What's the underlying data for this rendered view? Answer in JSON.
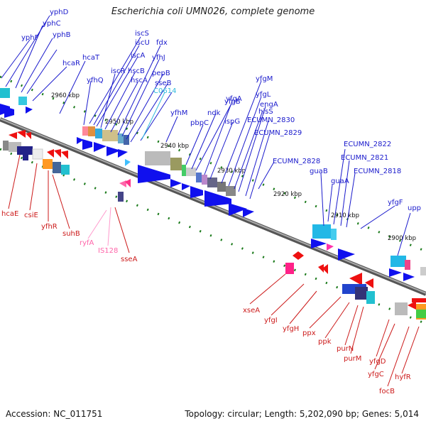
{
  "title": "Escherichia coli UMN026, complete genome",
  "accession": "Accession: NC_011751",
  "summary": "Topology: circular; Length: 5,202,090 bp; Genes: 5,014",
  "colors": {
    "forward_label": "#1a1acc",
    "reverse_label": "#cc1a1a",
    "rna_label": "#ff66aa",
    "cds_forward": "#1010ee",
    "cds_reverse": "#ee1010",
    "backbone": "#888888",
    "tick": "#1a7a1a"
  },
  "ticks": [
    "2960 kbp",
    "2950 kbp",
    "2940 kbp",
    "2930 kbp",
    "2920 kbp",
    "2910 kbp",
    "2900 kbp"
  ],
  "forward_genes": [
    "yphD",
    "yphC",
    "yphF",
    "yphB",
    "hcaR",
    "hcaT",
    "iscS",
    "iscU",
    "iscA",
    "iscR",
    "hscB",
    "hscA",
    "yfhQ",
    "fdx",
    "yfhJ",
    "pepB",
    "sseB",
    "yfhM",
    "pbpC",
    "ndk",
    "yfgB",
    "yfgA",
    "ispG",
    "yfgM",
    "yfgL",
    "hisS",
    "engA",
    "ECUMN_2830",
    "ECUMN_2829",
    "ECUMN_2828",
    "ECUMN_2822",
    "ECUMN_2821",
    "ECUMN_2818",
    "guaB",
    "guaA",
    "yfgF",
    "upp"
  ],
  "ncrna_forward": [
    "C0614"
  ],
  "reverse_genes": [
    "hcaE",
    "csiE",
    "yfhR",
    "suhB",
    "sseA",
    "xseA",
    "yfgI",
    "yfgH",
    "ppx",
    "ppk",
    "purN",
    "purM",
    "yfgD",
    "yfgC",
    "focB",
    "hyfR"
  ],
  "ncrna_reverse": [
    "ryfA",
    "IS128"
  ]
}
